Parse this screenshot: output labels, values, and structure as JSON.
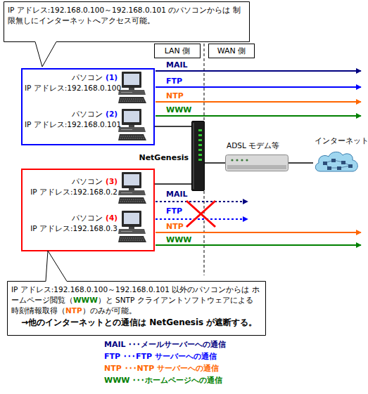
{
  "diagram": {
    "nodes": [
      {
        "text": [
          "IP アドレス:192.168.0.100～192.168.0.101 のパソコンからは 制限無しにインターネットへアクセス可能。"
        ]
      },
      {
        "text": [
          "LAN 側"
        ]
      },
      {
        "text": [
          "WAN 側"
        ]
      },
      {
        "text": []
      },
      {
        "text": [
          "パソコン",
          "(1)",
          "IP アドレス:192.168.0.100"
        ],
        "in": 3
      },
      {
        "text": [
          "パソコン",
          "(2)",
          "IP アドレス:192.168.0.101"
        ],
        "in": 3
      },
      {
        "text": [
          "NetGenesis"
        ]
      },
      {
        "text": [
          "ADSL モデム等"
        ]
      },
      {
        "text": [
          "インターネット"
        ]
      },
      {
        "text": []
      },
      {
        "text": [
          "パソコン",
          "(3)",
          "IP アドレス:192.168.0.2"
        ],
        "in": 9
      },
      {
        "text": [
          "パソコン",
          "(4)",
          "IP アドレス:192.168.0.3"
        ],
        "in": 9
      },
      {
        "text": [
          "IP アドレス:192.168.0.100～192.168.0.101 以外のパソコンからは ホームページ閲覧（",
          "WWW",
          "）と SNTP クライアントソフトウェアによる 時刻情報取得（",
          "NTP",
          "）のみが可能。",
          "→他のインターネットとの通信は NetGenesis が遮断する。"
        ]
      }
    ],
    "edges": [
      {
        "from": 3,
        "to": 6,
        "arrow": "none"
      },
      {
        "from": 9,
        "to": 6,
        "arrow": "none"
      },
      {
        "from": 6,
        "to": 7,
        "arrow": "none"
      },
      {
        "from": 7,
        "to": 8,
        "arrow": "none"
      }
    ],
    "labels": [
      "MAIL",
      "FTP",
      "NTP",
      "WWW",
      "MAIL",
      "FTP",
      "NTP",
      "WWW"
    ],
    "legend": [
      {
        "text": "MAIL ･･･メールサーバーへの通信",
        "color": "#000080"
      },
      {
        "text": "FTP ･･･FTP サーバーへの通信",
        "color": "#0000ff"
      },
      {
        "text": "NTP ･･･NTP サーバーへの通信",
        "color": "#ff6600"
      },
      {
        "text": "WWW ･･･ホームページへの通信",
        "color": "#008000"
      }
    ]
  }
}
